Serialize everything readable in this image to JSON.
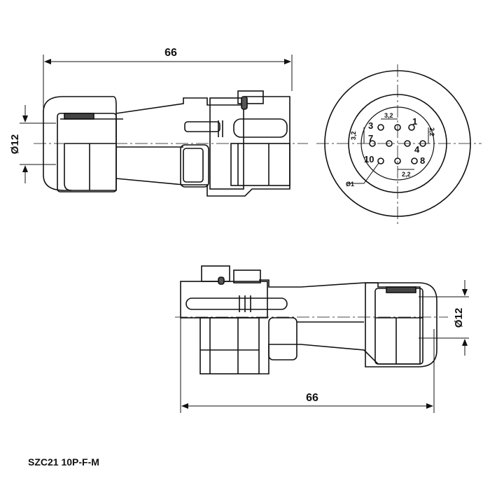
{
  "caption": "SZC21 10P-F-M",
  "top_view": {
    "length_label": "66",
    "diameter_label": "Ø12"
  },
  "bottom_view": {
    "length_label": "66",
    "diameter_label": "Ø12"
  },
  "front_view": {
    "pin_labels": [
      "1",
      "3",
      "7",
      "4",
      "10",
      "8"
    ],
    "pitch_top": "3,2",
    "pitch_left": "3,2",
    "pitch_right": "2,2",
    "pitch_bottom": "2,2",
    "pin_diameter": "Ø1"
  }
}
